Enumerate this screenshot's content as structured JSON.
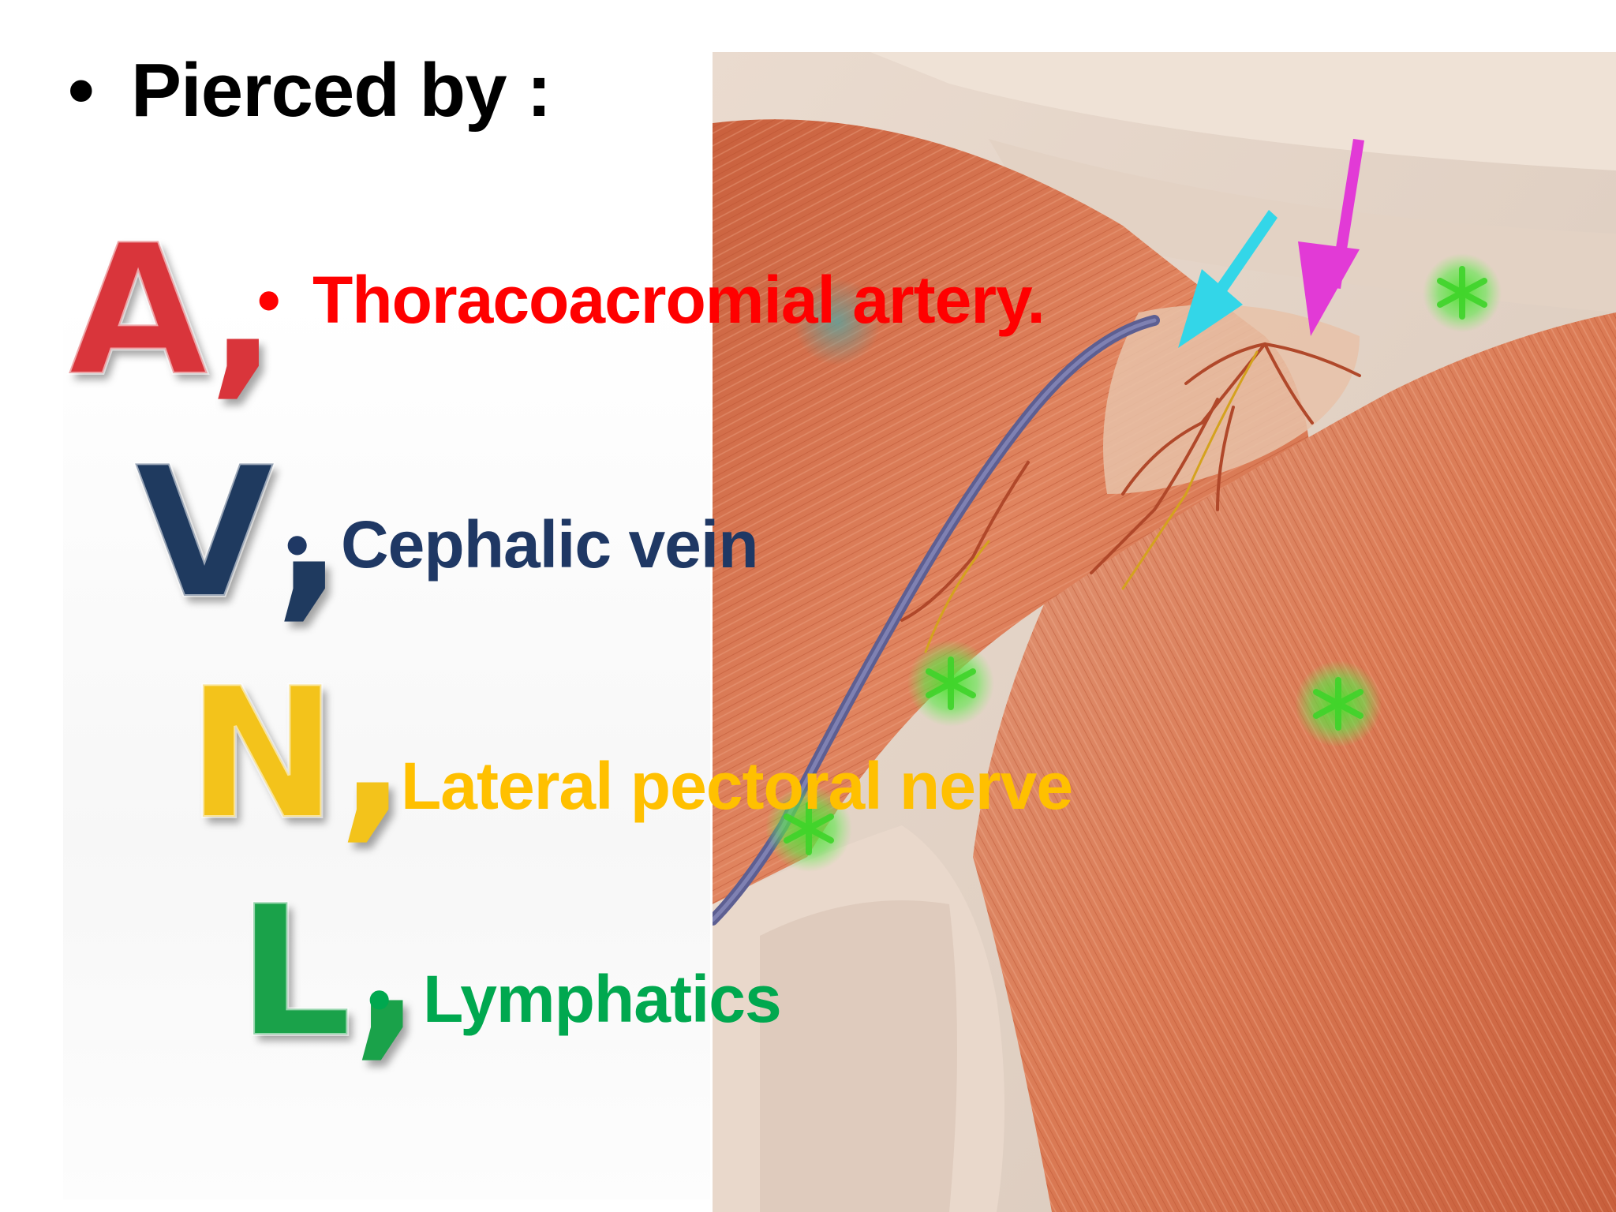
{
  "slide": {
    "title": "Pierced by :",
    "title_bullet": "•",
    "mnemonic": [
      {
        "letter": "A",
        "comma": ",",
        "color": "#d9353b"
      },
      {
        "letter": "V",
        "comma": ",",
        "color": "#1f3a5f"
      },
      {
        "letter": "N",
        "comma": ",",
        "color": "#f3c31b"
      },
      {
        "letter": "L",
        "comma": ",",
        "color": "#1aa24a"
      }
    ],
    "items": [
      {
        "bullet": "•",
        "text": "Thoracoacromial artery.",
        "color": "#ff0000"
      },
      {
        "bullet": "•",
        "text": "Cephalic vein",
        "color": "#1f3864"
      },
      {
        "bullet": "",
        "text": "Lateral pectoral nerve",
        "color": "#ffc000"
      },
      {
        "bullet": "•",
        "text": "Lymphatics",
        "color": "#00a84f"
      }
    ]
  },
  "illustration": {
    "muscle_color": "#d9734f",
    "vein_color": "#6a6f9e",
    "marker_color": "#55e03a",
    "arrow_colors": [
      "#33d6e8",
      "#e23ad6"
    ]
  }
}
